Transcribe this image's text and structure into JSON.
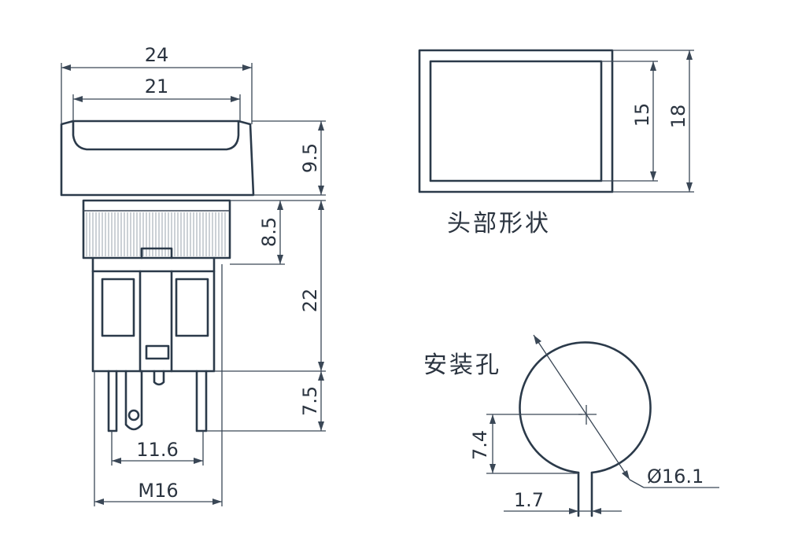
{
  "labels": {
    "head_shape": "头部形状",
    "mount_hole": "安装孔"
  },
  "dimensions": {
    "w24": "24",
    "w21": "21",
    "h9_5": "9.5",
    "h8_5": "8.5",
    "h22": "22",
    "h7_5": "7.5",
    "w11_6": "11.6",
    "m16": "M16",
    "h15": "15",
    "h18": "18",
    "h7_4": "7.4",
    "w1_7": "1.7",
    "d16_1": "Ø16.1"
  }
}
